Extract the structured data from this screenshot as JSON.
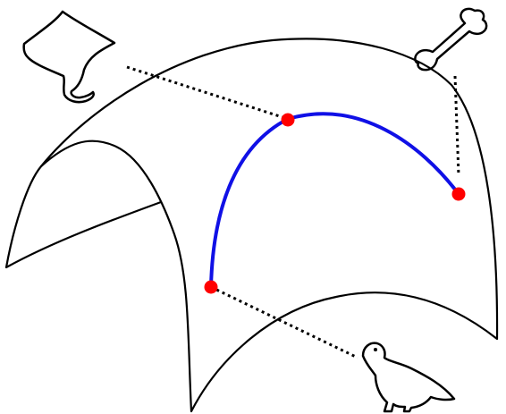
{
  "colors": {
    "surface_outline": "#000000",
    "geodesic_path": "#1010e6",
    "sample_point": "#ff0000",
    "connector": "#000000",
    "shape_outline": "#000000",
    "background": "#ffffff"
  },
  "shapes": [
    {
      "name": "stingray-shape",
      "depicts": "stingray"
    },
    {
      "name": "bone-shape",
      "depicts": "bone"
    },
    {
      "name": "bird-shape",
      "depicts": "bird"
    }
  ],
  "path": {
    "endpoint_count": 3,
    "line_style": "solid"
  },
  "connectors": {
    "line_style": "dotted",
    "count": 3
  }
}
